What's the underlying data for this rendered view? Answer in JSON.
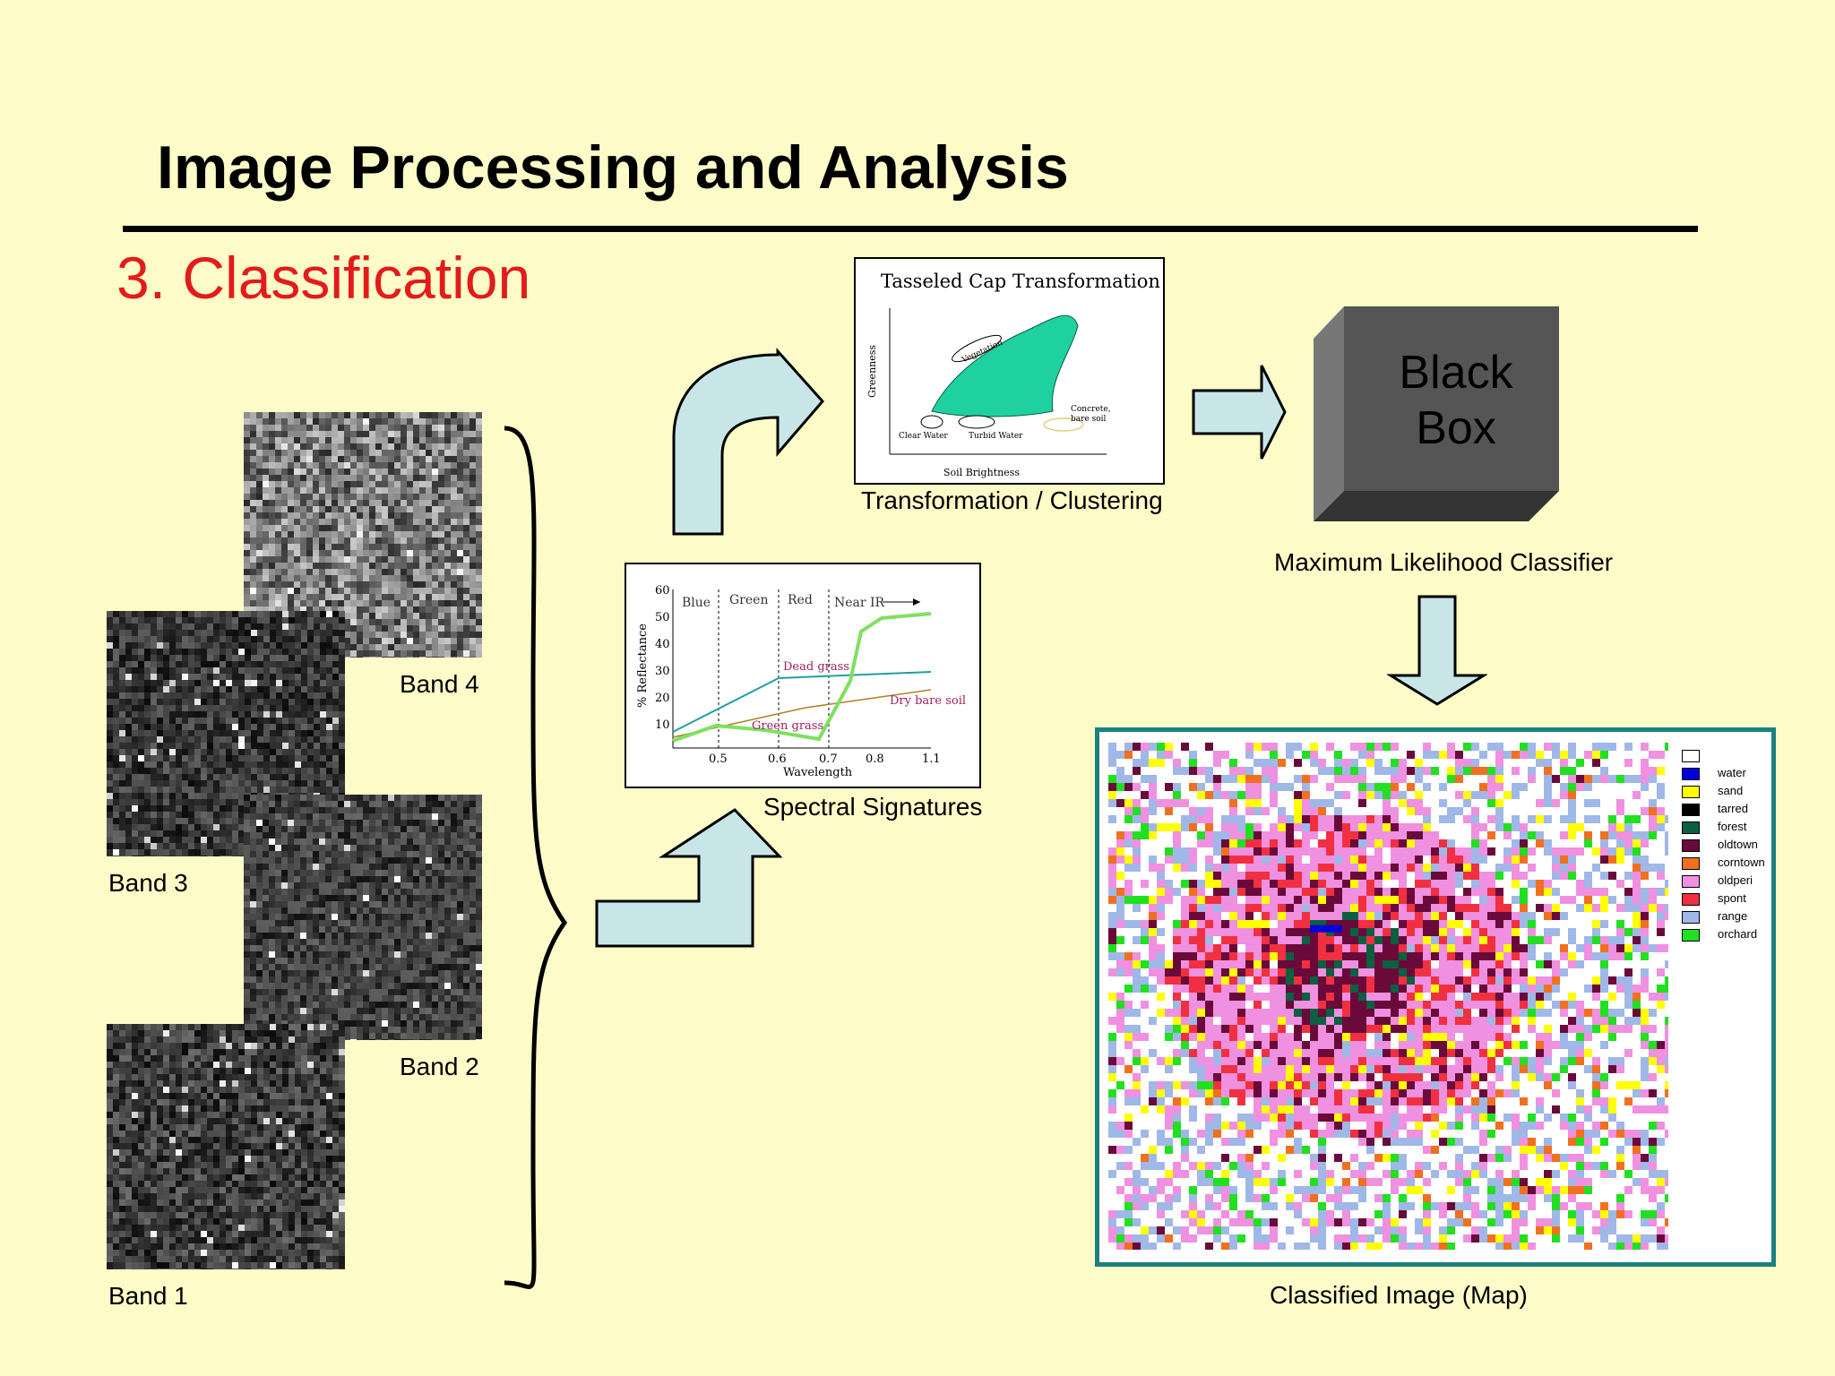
{
  "slide": {
    "title": "Image Processing and Analysis",
    "section": "3.  Classification",
    "colors": {
      "background": "#fdfcc8",
      "section": "#e31b1b",
      "arrow_fill": "#c8e6e8",
      "frame": "#1a8080"
    }
  },
  "bands": [
    {
      "label": "Band 4"
    },
    {
      "label": "Band 3"
    },
    {
      "label": "Band 2"
    },
    {
      "label": "Band 1"
    }
  ],
  "tasseled": {
    "title": "Tasseled Cap Transformation",
    "y_axis": "Greenness",
    "x_axis": "Soil Brightness",
    "vegetation": "Vegetation",
    "concrete_1": "Concrete,",
    "concrete_2": "bare soil",
    "clear_water": "Clear Water",
    "turbid_water": "Turbid Water",
    "caption": "Transformation / Clustering"
  },
  "spectral": {
    "caption": "Spectral Signatures",
    "y_axis": "% Reflectance",
    "x_axis": "Wavelength",
    "regions": [
      "Blue",
      "Green",
      "Red",
      "Near IR"
    ],
    "y_ticks": [
      "60",
      "50",
      "40",
      "30",
      "20",
      "10"
    ],
    "x_ticks": [
      "0.5",
      "0.6",
      "0.7",
      "0.8",
      "1.1"
    ],
    "dead_grass": "Dead grass",
    "dry_bare_soil": "Dry bare soil",
    "green_grass": "Green grass"
  },
  "black_box": {
    "line1": "Black",
    "line2": "Box",
    "caption": "Maximum Likelihood Classifier"
  },
  "classified": {
    "caption": "Classified Image (Map)",
    "legend": [
      {
        "label": "",
        "color": "#ffffff"
      },
      {
        "label": "water",
        "color": "#0000dd"
      },
      {
        "label": "sand",
        "color": "#ffff00"
      },
      {
        "label": "tarred",
        "color": "#000000"
      },
      {
        "label": "forest",
        "color": "#0a6040"
      },
      {
        "label": "oldtown",
        "color": "#6a0a3a"
      },
      {
        "label": "corntown",
        "color": "#f07020"
      },
      {
        "label": "oldperi",
        "color": "#f090e0"
      },
      {
        "label": "spont",
        "color": "#f03040"
      },
      {
        "label": "range",
        "color": "#a0b8e8"
      },
      {
        "label": "orchard",
        "color": "#20e020"
      }
    ]
  }
}
